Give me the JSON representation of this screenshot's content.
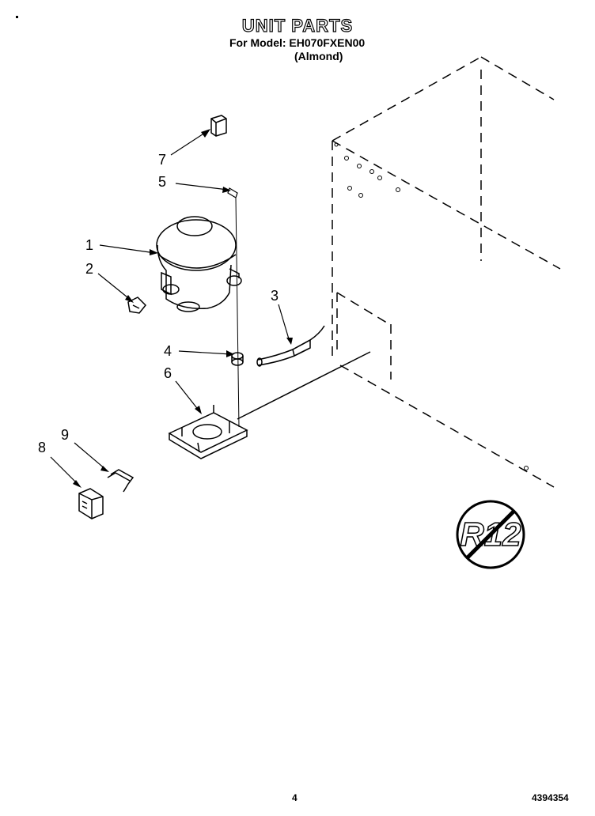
{
  "header": {
    "title": "UNIT PARTS",
    "model_line": "For Model: EH070FXEN00",
    "color_line": "(Almond)"
  },
  "callouts": [
    "1",
    "2",
    "3",
    "4",
    "5",
    "6",
    "7",
    "8",
    "9"
  ],
  "footer": {
    "page_number": "4",
    "document_number": "4394354"
  }
}
